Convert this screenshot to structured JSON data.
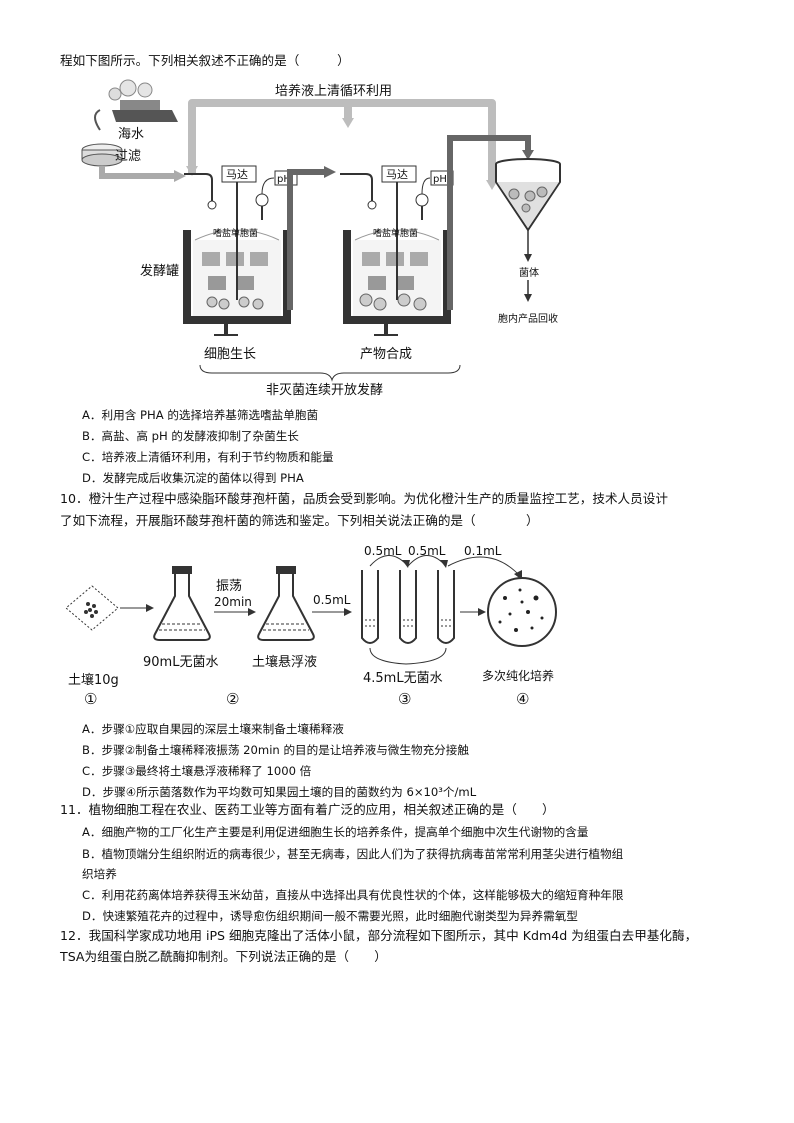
{
  "q9": {
    "stem_tail": "程如下图所示。下列相关叙述不正确的是（　　　）",
    "figure": {
      "recycle": "培养液上清循环利用",
      "seawater": "海水",
      "filter": "过滤",
      "motor1": "马达",
      "ph1": "pH",
      "motor2": "马达",
      "ph2": "pH",
      "bacteria1": "嗜盐单胞菌",
      "bacteria2": "嗜盐单胞菌",
      "fermenter": "发酵罐",
      "growth": "细胞生长",
      "synthesis": "产物合成",
      "cells": "菌体",
      "recovery": "胞内产品回收",
      "open_ferment": "非灭菌连续开放发酵"
    },
    "options": [
      "A．利用含 PHA 的选择培养基筛选嗜盐单胞菌",
      "B．高盐、高 pH 的发酵液抑制了杂菌生长",
      "C．培养液上清循环利用，有利于节约物质和能量",
      "D．发酵完成后收集沉淀的菌体以得到 PHA"
    ]
  },
  "q10": {
    "stem_line1": "10．橙汁生产过程中感染脂环酸芽孢杆菌，品质会受到影响。为优化橙汁生产的质量监控工艺，技术人员设计",
    "stem_line2": "了如下流程，开展脂环酸芽孢杆菌的筛选和鉴定。下列相关说法正确的是（　　　　）",
    "figure": {
      "vol1": "0.5mL",
      "vol2": "0.5mL",
      "vol3": "0.1mL",
      "shake": "振荡",
      "shake_time": "20min",
      "vol_transfer": "0.5mL",
      "water90": "90mL无菌水",
      "suspension": "土壤悬浮液",
      "soil": "土壤10g",
      "water45": "4.5mL无菌水",
      "culture": "多次纯化培养",
      "step1": "①",
      "step2": "②",
      "step3": "③",
      "step4": "④"
    },
    "options": [
      "A．步骤①应取自果园的深层土壤来制备土壤稀释液",
      "B．步骤②制备土壤稀释液振荡 20min 的目的是让培养液与微生物充分接触",
      "C．步骤③最终将土壤悬浮液稀释了 1000 倍",
      "D．步骤④所示菌落数作为平均数可知果园土壤的目的菌数约为 6×10³个/mL"
    ]
  },
  "q11": {
    "stem": "11．植物细胞工程在农业、医药工业等方面有着广泛的应用，相关叙述正确的是（　　）",
    "options": [
      "A．细胞产物的工厂化生产主要是利用促进细胞生长的培养条件，提高单个细胞中次生代谢物的含量",
      "B．植物顶端分生组织附近的病毒很少，甚至无病毒，因此人们为了获得抗病毒苗常常利用茎尖进行植物组",
      "织培养",
      "C．利用花药离体培养获得玉米幼苗，直接从中选择出具有优良性状的个体，这样能够极大的缩短育种年限",
      "D．快速繁殖花卉的过程中，诱导愈伤组织期间一般不需要光照，此时细胞代谢类型为异养需氧型"
    ]
  },
  "q12": {
    "stem_line1": "12．我国科学家成功地用 iPS 细胞克隆出了活体小鼠，部分流程如下图所示，其中 Kdm4d 为组蛋白去甲基化酶，",
    "stem_line2": "TSA为组蛋白脱乙酰酶抑制剂。下列说法正确的是（　　）"
  }
}
